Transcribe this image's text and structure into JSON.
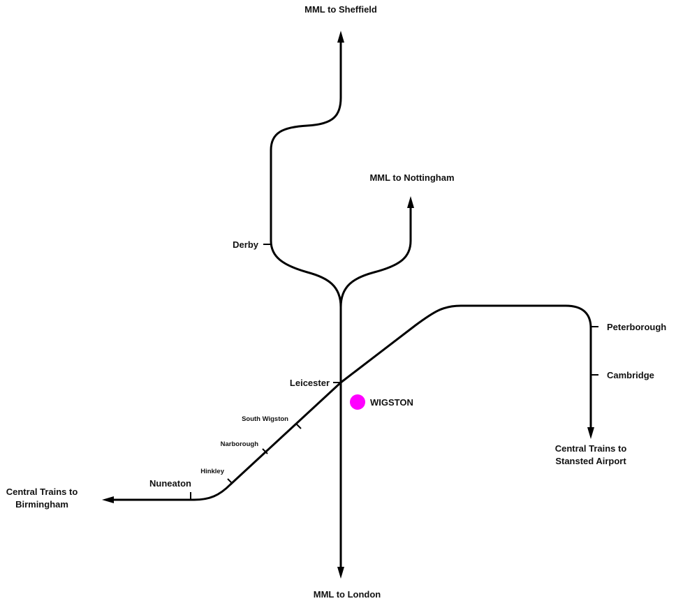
{
  "destinations": {
    "north": "MML to Sheffield",
    "nottingham": "MML to Nottingham",
    "south": "MML to London",
    "west_line1": "Central Trains to",
    "west_line2": "Birmingham",
    "east_line1": "Central Trains to",
    "east_line2": "Stansted Airport"
  },
  "stations": {
    "derby": "Derby",
    "leicester": "Leicester",
    "peterborough": "Peterborough",
    "cambridge": "Cambridge",
    "south_wigston": "South Wigston",
    "narborough": "Narborough",
    "hinkley": "Hinkley",
    "nuneaton": "Nuneaton"
  },
  "highlight": {
    "label": "WIGSTON",
    "color": "#ff00ff"
  }
}
